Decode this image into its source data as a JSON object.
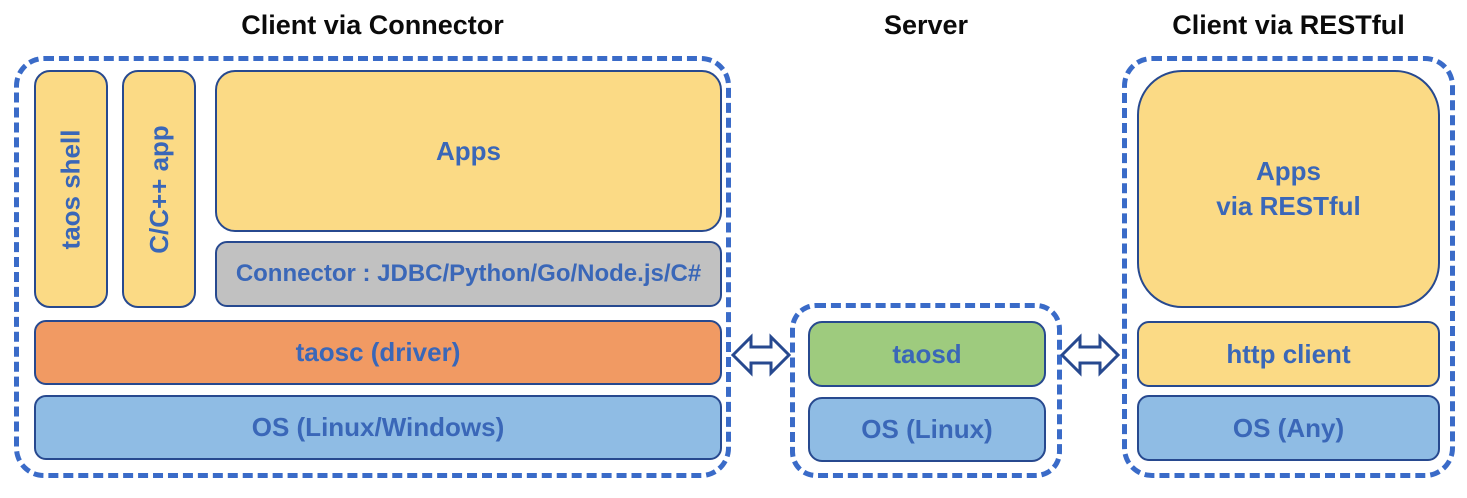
{
  "sections": {
    "connector_client": {
      "title": "Client via Connector",
      "taos_shell": "taos shell",
      "cpp_app": "C/C++ app",
      "apps": "Apps",
      "connector": "Connector : JDBC/Python/Go/Node.js/C#",
      "taosc": "taosc (driver)",
      "os": "OS (Linux/Windows)"
    },
    "server": {
      "title": "Server",
      "taosd": "taosd",
      "os": "OS (Linux)"
    },
    "restful_client": {
      "title": "Client via RESTful",
      "apps": "Apps\nvia RESTful",
      "http_client": "http client",
      "os": "OS (Any)"
    }
  },
  "icons": {
    "left_arrow": "bidirectional-arrow",
    "right_arrow": "bidirectional-arrow"
  },
  "colors": {
    "dashed_border": "#3a6bc8",
    "box_border": "#27498f",
    "label_text": "#3a67b8",
    "title_text": "#0b0b0b",
    "yellow_fill": "#fbda85",
    "gray_fill": "#c1c1c1",
    "orange_fill": "#f19a63",
    "blue_fill": "#8fbce4",
    "green_fill": "#9ecb7e",
    "arrow_stroke": "#27498f",
    "arrow_fill": "#ffffff"
  }
}
